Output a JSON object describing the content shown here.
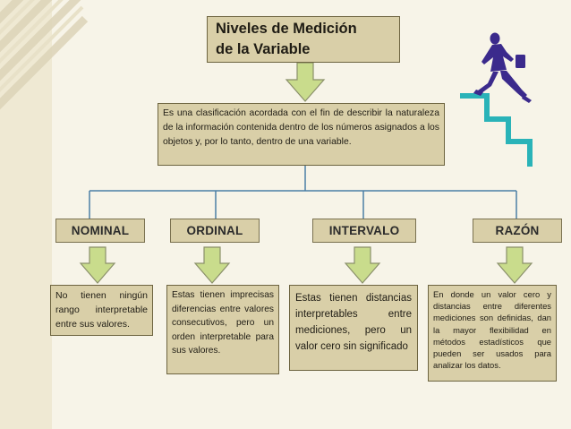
{
  "title": {
    "line1": "Niveles de Medición",
    "line2": "de la Variable"
  },
  "description": "Es una clasificación acordada con el fin de describir la naturaleza de la información contenida dentro de los números asignados a los objetos y, por lo tanto, dentro de una variable.",
  "levels": [
    {
      "label": "NOMINAL",
      "text": "No tienen ningún rango interpretable entre sus valores."
    },
    {
      "label": "ORDINAL",
      "text": "Estas tienen imprecisas diferencias entre valores consecutivos, pero un orden interpretable para sus valores."
    },
    {
      "label": "INTERVALO",
      "text": "Estas tienen distancias interpretables entre mediciones, pero un valor cero sin significado"
    },
    {
      "label": "RAZÓN",
      "text": "En donde un valor cero y distancias entre diferentes mediciones son definidas, dan la mayor flexibilidad en métodos estadísticos que pueden ser usados para analizar los datos."
    }
  ],
  "colors": {
    "background": "#f7f4e8",
    "box_fill": "#d9cfa8",
    "arrow_fill": "#c9dc8c",
    "arrow_stroke": "#8a8f6a",
    "connector": "#4a7fa6",
    "stairs": "#2ab3b8",
    "figure": "#3b2a8c"
  },
  "decorations": [
    "diagonal-stripes-decoration",
    "stairs-climber-icon"
  ]
}
